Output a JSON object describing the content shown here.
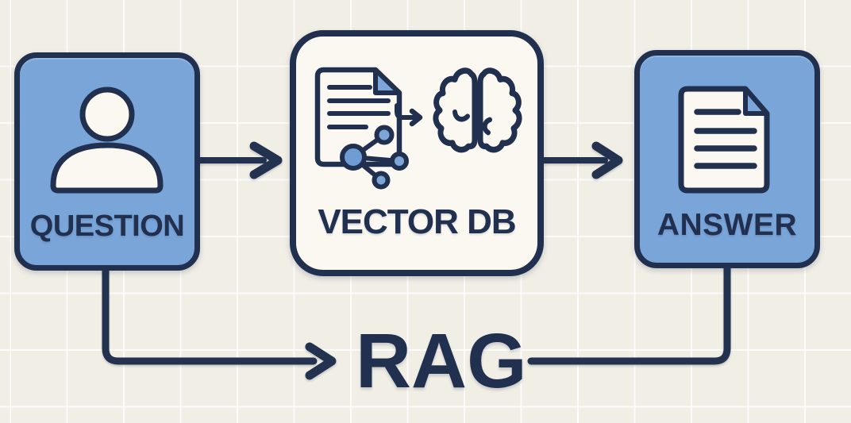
{
  "diagram": {
    "background_style": "grid-paper",
    "rag_label": "RAG",
    "nodes": [
      {
        "id": "question",
        "label": "QUESTION",
        "icon": "user-icon",
        "variant": "blue"
      },
      {
        "id": "vector-db",
        "label": "VECTOR DB",
        "icon": "document-vector-brain-icon",
        "variant": "light"
      },
      {
        "id": "answer",
        "label": "ANSWER",
        "icon": "document-icon",
        "variant": "blue"
      }
    ],
    "edges": [
      {
        "from": "question",
        "to": "vector-db",
        "type": "arrow"
      },
      {
        "from": "vector-db",
        "to": "answer",
        "type": "arrow"
      },
      {
        "from": "question",
        "to": "rag",
        "type": "elbow-arrow"
      },
      {
        "from": "answer",
        "to": "rag",
        "type": "elbow-line"
      }
    ]
  },
  "colors": {
    "background": "#f1eee6",
    "grid_line": "#ffffff",
    "outline_navy": "#22304f",
    "node_blue": "#7aa5d9",
    "node_light": "#faf8f1",
    "icon_white": "#faf8f1",
    "accent_blue_dark": "#6f9cd2",
    "accent_blue_light": "#7da6d8"
  }
}
